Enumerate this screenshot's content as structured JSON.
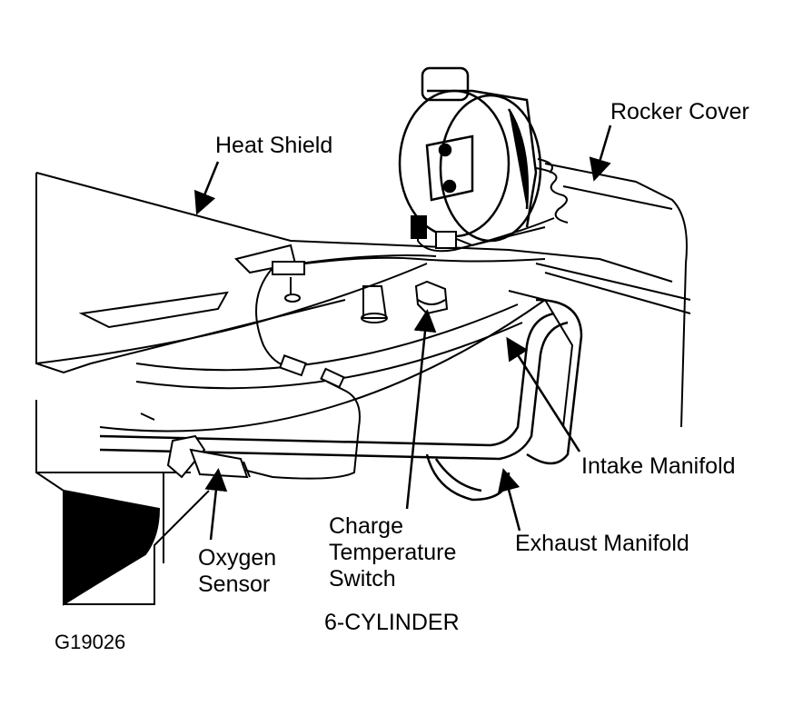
{
  "labels": {
    "heat_shield": "Heat Shield",
    "rocker_cover": "Rocker Cover",
    "intake_manifold": "Intake Manifold",
    "exhaust_manifold": "Exhaust Manifold",
    "oxygen_sensor_line1": "Oxygen",
    "oxygen_sensor_line2": "Sensor",
    "charge_temp_line1": "Charge",
    "charge_temp_line2": "Temperature",
    "charge_temp_line3": "Switch",
    "engine_type": "6-CYLINDER",
    "figure_id": "G19026"
  }
}
